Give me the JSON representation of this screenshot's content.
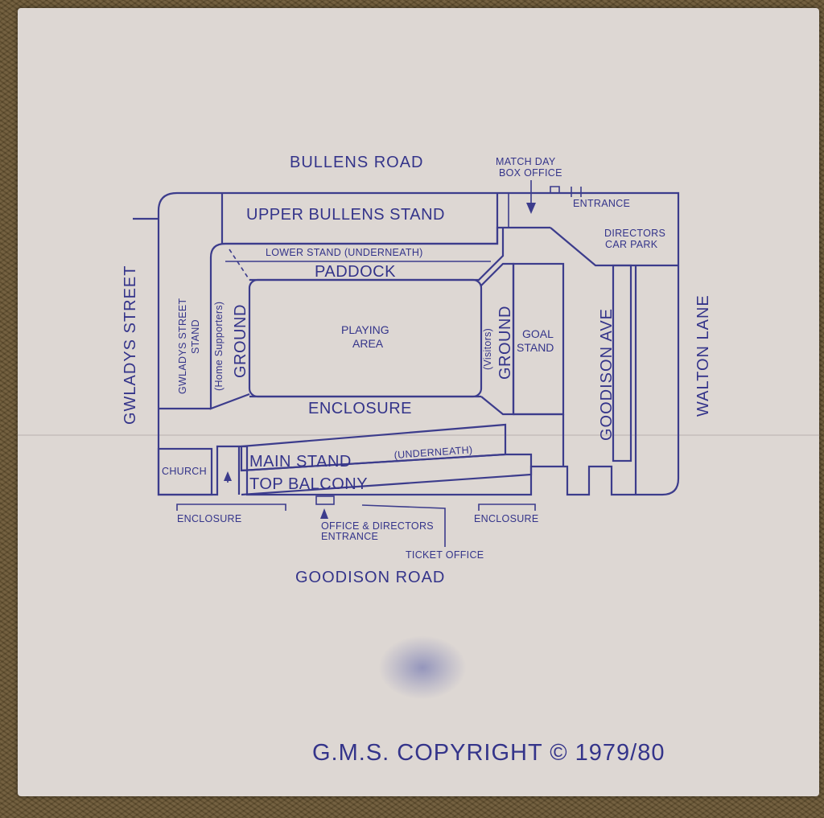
{
  "roads": {
    "north": "BULLENS ROAD",
    "south": "GOODISON ROAD",
    "west": "GWLADYS STREET",
    "east": "WALTON LANE",
    "east_inner": "GOODISON AVE"
  },
  "stands": {
    "upper_bullens": "UPPER BULLENS STAND",
    "lower_stand": "LOWER STAND (UNDERNEATH)",
    "paddock": "PADDOCK",
    "gwladys_stand_line1": "GWLADYS STREET",
    "gwladys_stand_line2": "STAND",
    "home_ground": "GROUND",
    "home_note": "(Home Supporters)",
    "visitors_ground": "GROUND",
    "visitors_note": "(Visitors)",
    "goal_stand_line1": "GOAL",
    "goal_stand_line2": "STAND",
    "playing_area_line1": "PLAYING",
    "playing_area_line2": "AREA",
    "enclosure_main": "ENCLOSURE",
    "main_stand": "MAIN STAND",
    "main_stand_note": "(UNDERNEATH)",
    "top_balcony": "TOP BALCONY",
    "church": "CHURCH"
  },
  "labels": {
    "match_day_line1": "MATCH DAY",
    "match_day_line2": "BOX OFFICE",
    "entrance": "ENTRANCE",
    "directors_line1": "DIRECTORS",
    "directors_line2": "CAR PARK",
    "enclosure_sw": "ENCLOSURE",
    "enclosure_se": "ENCLOSURE",
    "office_line1": "OFFICE & DIRECTORS",
    "office_line2": "ENTRANCE",
    "ticket_office": "TICKET OFFICE"
  },
  "copyright": "G.M.S. COPYRIGHT © 1979/80",
  "colors": {
    "paper": "#ddd7d3",
    "ink": "#3c3c8c"
  }
}
